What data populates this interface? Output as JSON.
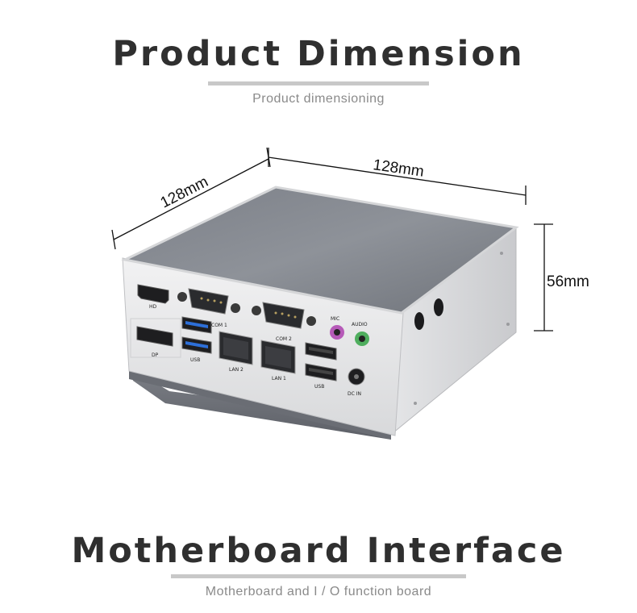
{
  "section1": {
    "title": "Product Dimension",
    "subtitle": "Product dimensioning"
  },
  "dimensions": {
    "depth": "128mm",
    "width": "128mm",
    "height": "56mm"
  },
  "port_labels": {
    "hd": "HD",
    "dp": "DP",
    "com1": "COM 1",
    "com2": "COM 2",
    "usb_left": "USB",
    "lan2": "LAN 2",
    "lan1": "LAN 1",
    "mic": "MIC",
    "audio": "AUDIO",
    "usb_right": "USB",
    "dc_in": "DC IN"
  },
  "icons": [
    "hdmi-port-icon",
    "displayport-icon",
    "serial-port-icon",
    "usb-port-icon",
    "ethernet-port-icon",
    "audio-jack-icon",
    "dc-jack-icon"
  ],
  "section2": {
    "title": "Motherboard Interface",
    "subtitle": "Motherboard and I / O function board"
  }
}
